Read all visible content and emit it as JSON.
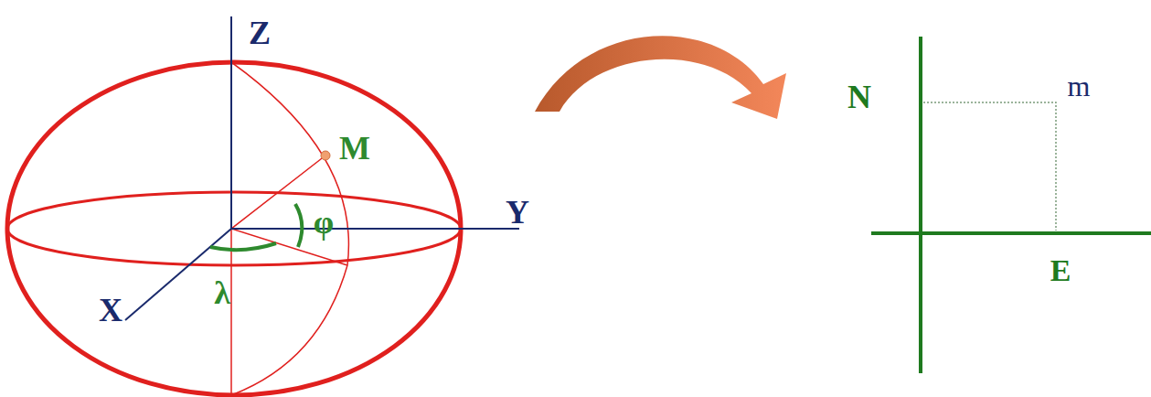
{
  "diagram": {
    "labels": [
      "Z",
      "Y",
      "X",
      "M",
      "φ",
      "λ",
      "N",
      "m",
      "E"
    ]
  }
}
